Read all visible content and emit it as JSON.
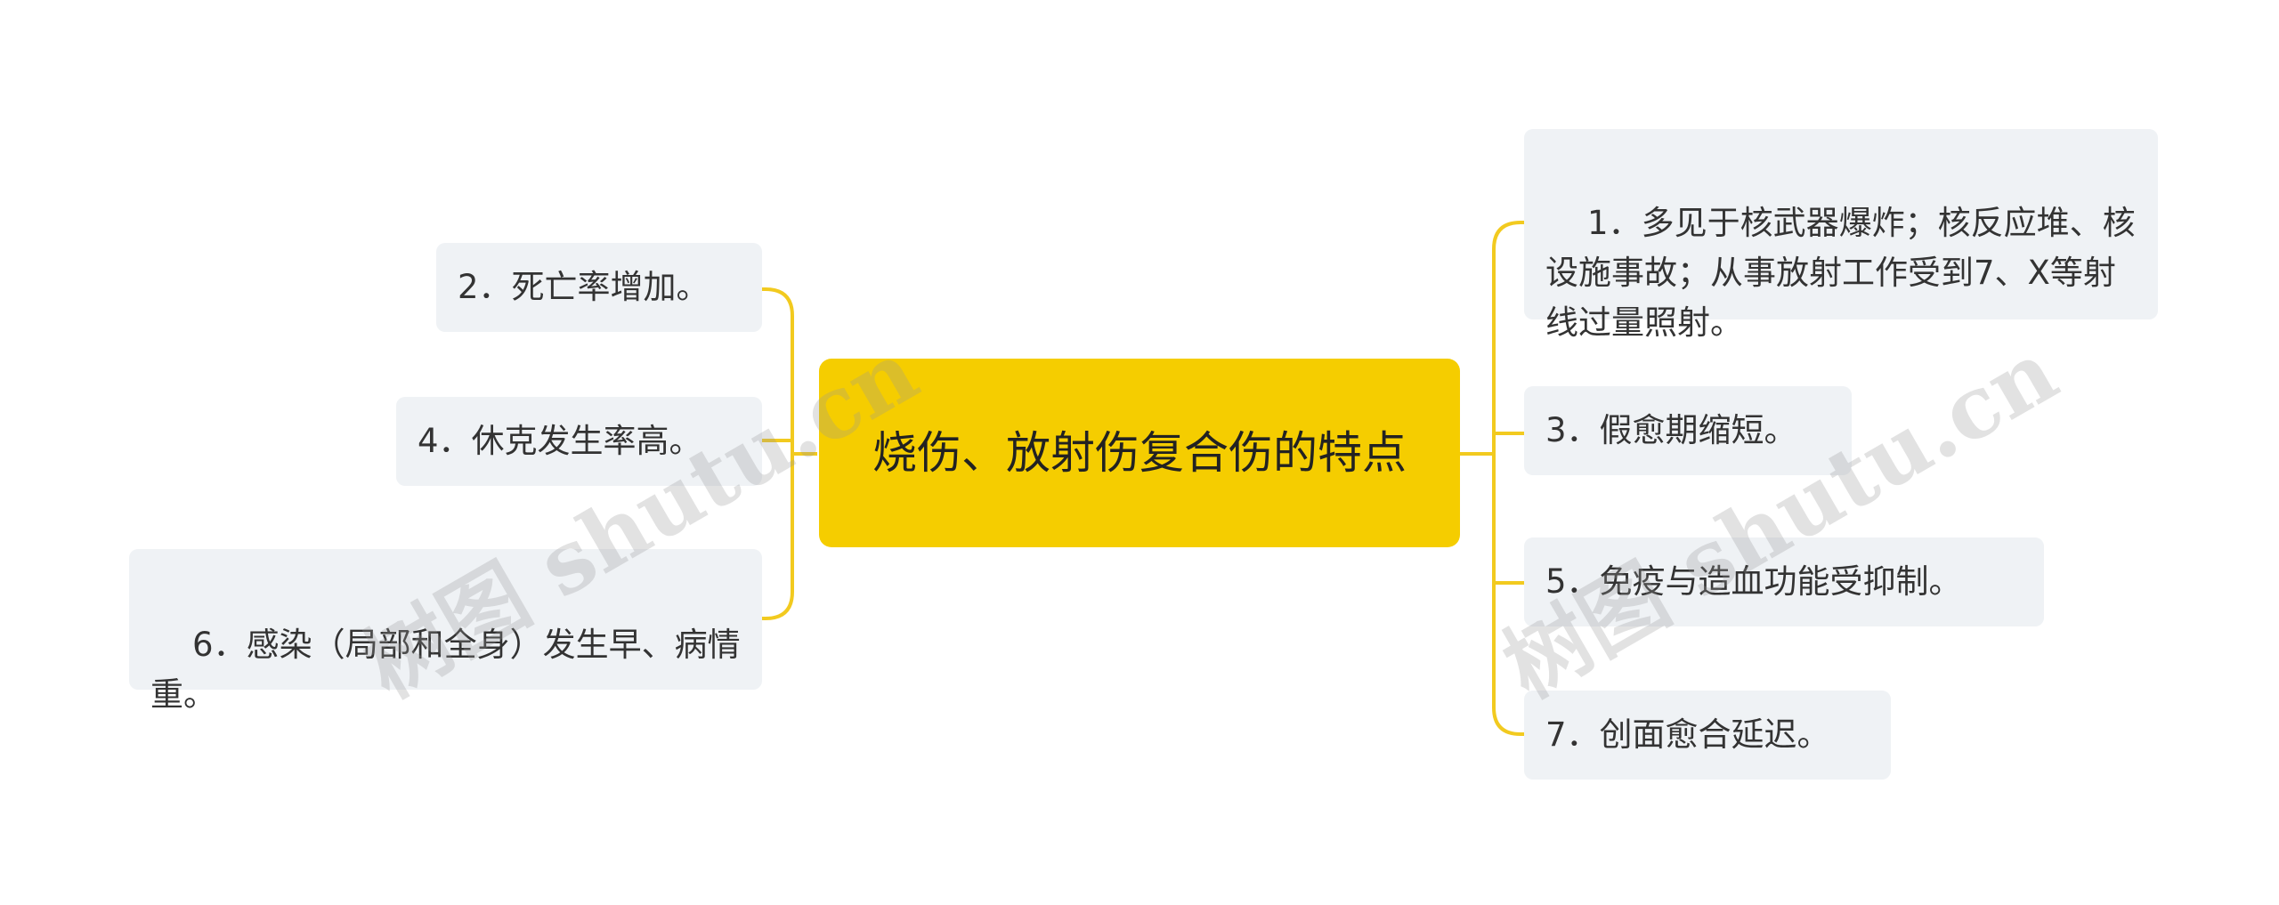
{
  "center": {
    "text": "烧伤、放射伤复合伤的特点"
  },
  "left_nodes": [
    {
      "text": "2．死亡率增加。"
    },
    {
      "text": "4．休克发生率高。"
    },
    {
      "text": "6．感染（局部和全身）发生早、病情重。"
    }
  ],
  "right_nodes": [
    {
      "text": "1．多见于核武器爆炸；核反应堆、核设施事故；从事放射工作受到7、X等射线过量照射。"
    },
    {
      "text": "3．假愈期缩短。"
    },
    {
      "text": "5．免疫与造血功能受抑制。"
    },
    {
      "text": "7．创面愈合延迟。"
    }
  ],
  "watermarks": [
    {
      "text": "树图 shutu.cn"
    },
    {
      "text": "树图 shutu.cn"
    }
  ],
  "colors": {
    "center_bg": "#f5cd00",
    "node_bg": "#eff2f5",
    "connector": "#f2ca1f",
    "text": "#333333"
  }
}
